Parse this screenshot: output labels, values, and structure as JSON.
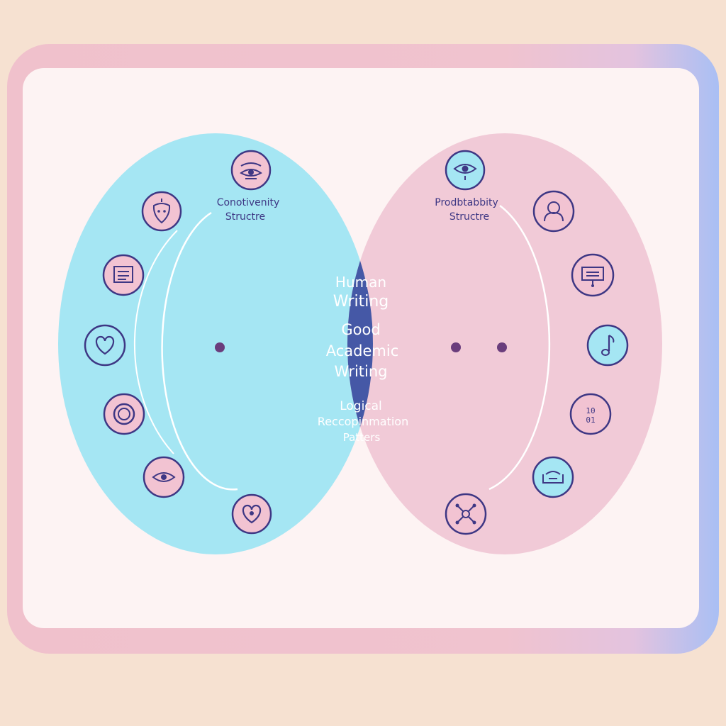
{
  "colors": {
    "background": "#f6e1d1",
    "frame": "#f0c1cc",
    "card": "#fdf3f3",
    "left_circle": "#a5e6f3",
    "right_circle": "#f1cad7",
    "overlap": "#4558a6",
    "icon_stroke": "#3e3784",
    "icon_fill_pink": "#f2c3d2",
    "icon_fill_cyan": "#a5e6f3",
    "overlap_text": "#ffffff",
    "label_text": "#3e3784"
  },
  "left_set": {
    "label_line1": "Conotivenity",
    "label_line2": "Structre",
    "icons": [
      "eye-hat-icon",
      "strawberry-face-icon",
      "document-icon",
      "heart-icon",
      "ring-icon",
      "eye-icon",
      "heart-icon"
    ]
  },
  "right_set": {
    "label_line1": "Prodbtabbity",
    "label_line2": "Structre",
    "icons": [
      "eye-icon",
      "person-icon",
      "presentation-board-icon",
      "music-note-icon",
      "binary-code-icon",
      "face-icon",
      "network-node-icon"
    ]
  },
  "overlap": {
    "line1": "Human",
    "line2": "Writing",
    "line3": "Good",
    "line4": "Academic",
    "line5": "Writing",
    "line6": "Logical",
    "line7": "Reccopinmation",
    "line8": "Patters"
  }
}
